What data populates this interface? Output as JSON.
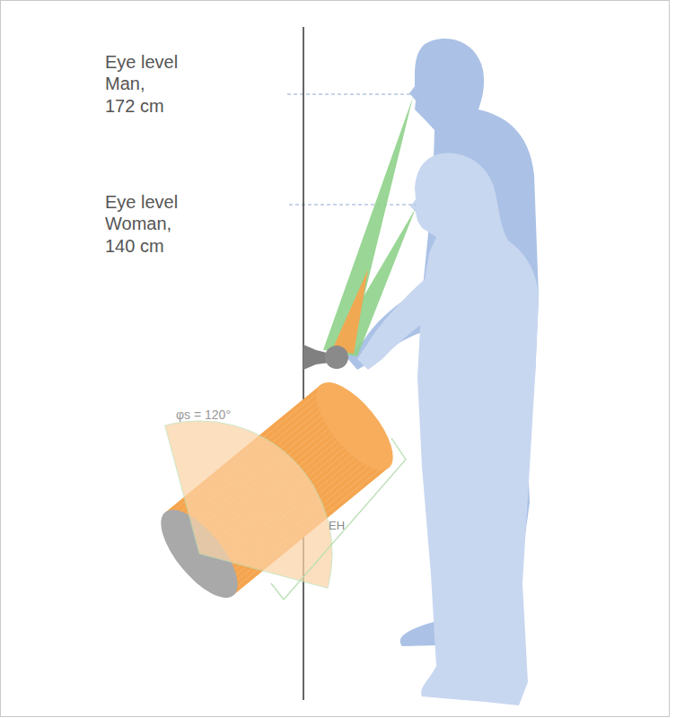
{
  "diagram": {
    "labels": [
      "Eye level Man, 172 cm",
      "Eye level Woman, 140 cm",
      "φs = 120°",
      "EH"
    ]
  }
}
